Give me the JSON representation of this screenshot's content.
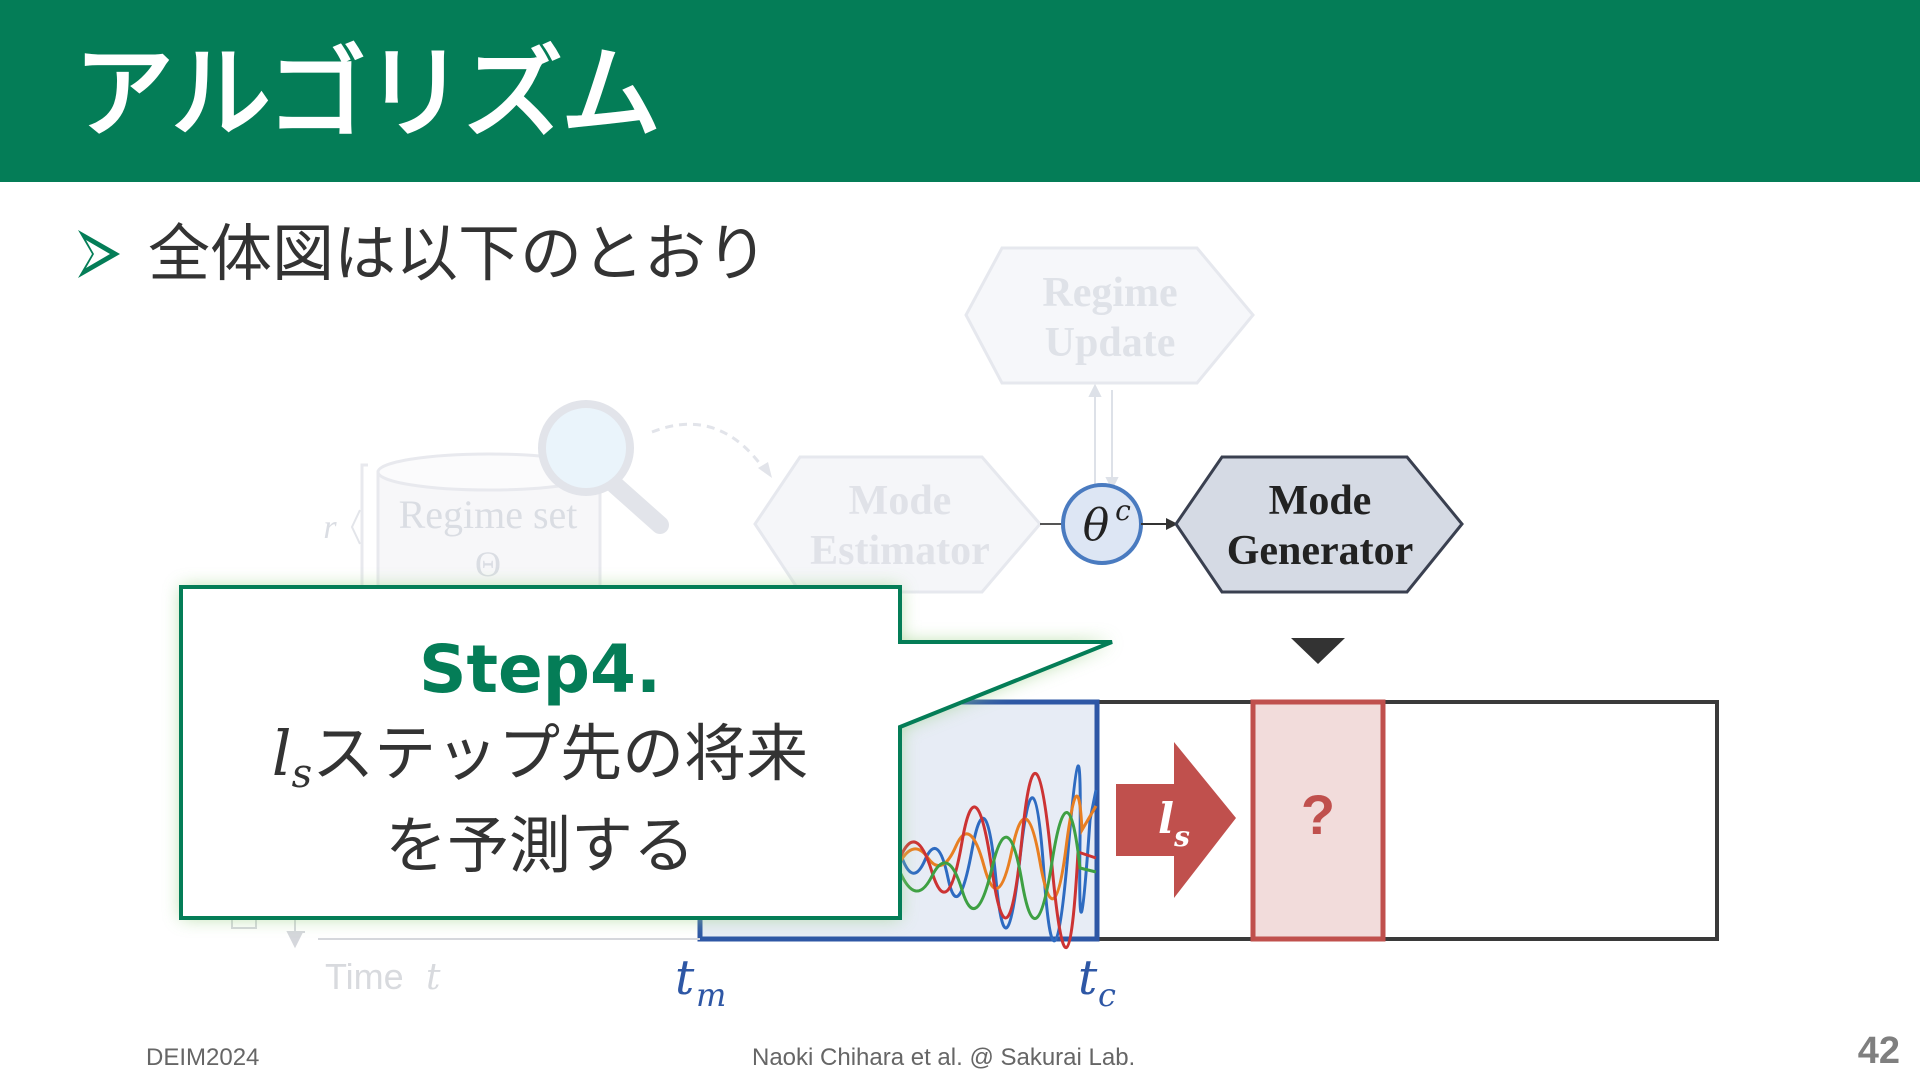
{
  "slide": {
    "title": "アルゴリズム",
    "bullet": "全体図は以下のとおり",
    "page_number": "42"
  },
  "diagram": {
    "regime_update_line1": "Regime",
    "regime_update_line2": "Update",
    "regime_set_line1": "Regime set",
    "regime_set_line2": "Θ",
    "r_label": "r",
    "mode_estimator_line1": "Mode",
    "mode_estimator_line2": "Estimator",
    "theta_base": "θ",
    "theta_sup": "c",
    "mode_generator_line1": "Mode",
    "mode_generator_line2": "Generator",
    "question_mark": "?",
    "ls_base": "l",
    "ls_sub": "s",
    "time_label": "Time",
    "time_var": "t",
    "tm_base": "t",
    "tm_sub": "m",
    "tc_base": "t",
    "tc_sub": "c"
  },
  "callout": {
    "step_label": "Step4.",
    "line1_math_base": "l",
    "line1_math_sub": "s",
    "line1_text": "ステップ先の将来",
    "line2_text": "を予測する"
  },
  "footer": {
    "left": "DEIM2024",
    "center": "Naoki Chihara et al. @ Sakurai Lab."
  },
  "colors": {
    "header_green": "#047d57",
    "accent_blue": "#2e57a5",
    "accent_red": "#c0504d",
    "faded": "#dcdfe6"
  }
}
